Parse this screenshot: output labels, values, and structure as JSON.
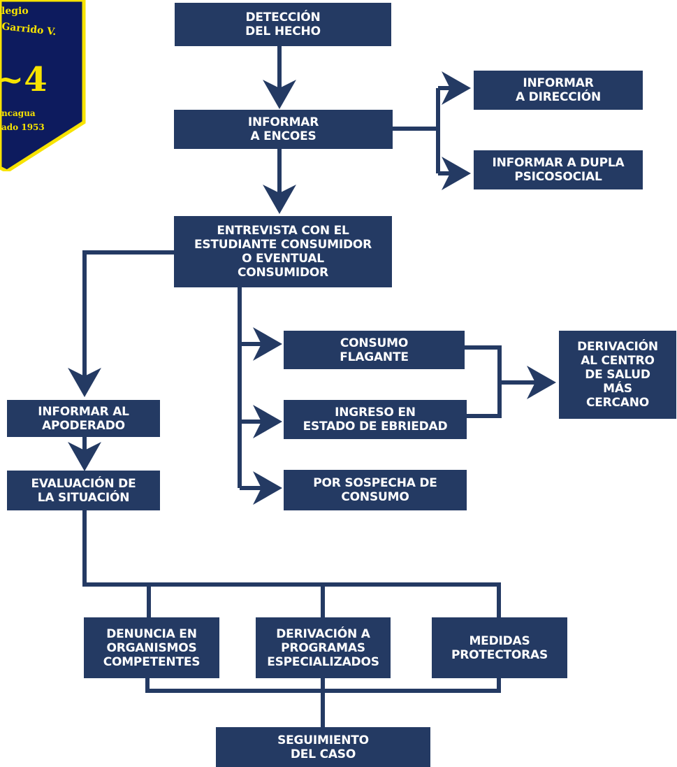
{
  "colors": {
    "box": "#243a63",
    "text": "#ffffff",
    "logo_fill": "#0d1b5e",
    "logo_border": "#f7e300"
  },
  "logo": {
    "line1": "legio",
    "line2": "Garrido V.",
    "number": "~4",
    "line3": "ncagua",
    "line4": "ado 1953"
  },
  "nodes": {
    "deteccion": "DETECCIÓN\nDEL HECHO",
    "informar_encoes": "INFORMAR\nA ENCOES",
    "informar_direccion": "INFORMAR\nA DIRECCIÓN",
    "informar_dupla": "INFORMAR A DUPLA\nPSICOSOCIAL",
    "entrevista": "ENTREVISTA CON EL\nESTUDIANTE CONSUMIDOR\nO EVENTUAL\nCONSUMIDOR",
    "consumo_flagante": "CONSUMO\nFLAGANTE",
    "ingreso_ebriedad": "INGRESO EN\nESTADO DE EBRIEDAD",
    "sospecha": "POR SOSPECHA DE\nCONSUMO",
    "derivacion_salud": "DERIVACIÓN\nAL CENTRO\nDE SALUD\nMÁS\nCERCANO",
    "informar_apoderado": "INFORMAR AL\nAPODERADO",
    "evaluacion": "EVALUACIÓN DE\nLA SITUACIÓN",
    "denuncia": "DENUNCIA EN\nORGANISMOS\nCOMPETENTES",
    "derivacion_programas": "DERIVACIÓN A\nPROGRAMAS\nESPECIALIZADOS",
    "medidas": "MEDIDAS\nPROTECTORAS",
    "seguimiento": "SEGUIMIENTO\nDEL CASO"
  }
}
